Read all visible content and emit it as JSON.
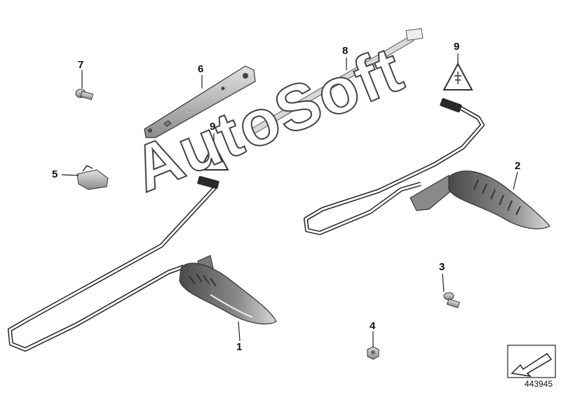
{
  "diagram_id": "443945",
  "watermark_text": "AutoSoft",
  "callouts": [
    {
      "id": "callout-1",
      "label": "1"
    },
    {
      "id": "callout-2",
      "label": "2"
    },
    {
      "id": "callout-3",
      "label": "3"
    },
    {
      "id": "callout-4",
      "label": "4"
    },
    {
      "id": "callout-5",
      "label": "5"
    },
    {
      "id": "callout-6",
      "label": "6"
    },
    {
      "id": "callout-7",
      "label": "7"
    },
    {
      "id": "callout-8",
      "label": "8"
    },
    {
      "id": "callout-9a",
      "label": "9"
    },
    {
      "id": "callout-9b",
      "label": "9"
    }
  ],
  "colors": {
    "line": "#222222",
    "part_dark": "#555555",
    "part_light": "#bdbdbd",
    "metal": "#9a9a9a"
  }
}
